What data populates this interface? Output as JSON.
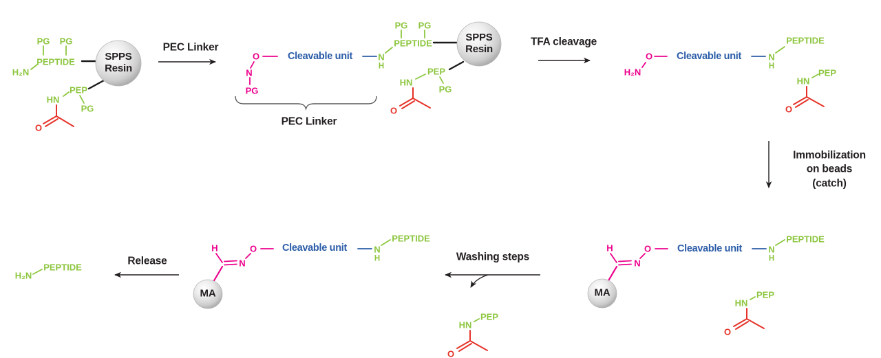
{
  "colors": {
    "green": "#8dc63f",
    "magenta": "#ec008c",
    "blue": "#2b5ca8",
    "red": "#e63228",
    "ink": "#231f20"
  },
  "labels": {
    "pg": "PG",
    "peptide": "PEPTIDE",
    "pep": "PEP",
    "hn": "HN",
    "h2n": "H₂N",
    "o": "O",
    "n": "N",
    "h": "H",
    "cleavable_unit": "Cleavable unit",
    "spps_line1": "SPPS",
    "spps_line2": "Resin",
    "ma": "MA"
  },
  "steps": {
    "pec_linker": "PEC Linker",
    "brace_label": "PEC Linker",
    "tfa_cleavage": "TFA cleavage",
    "immobilization_line1": "Immobilization",
    "immobilization_line2": "on beads",
    "immobilization_line3": "(catch)",
    "washing_steps": "Washing steps",
    "release": "Release"
  }
}
